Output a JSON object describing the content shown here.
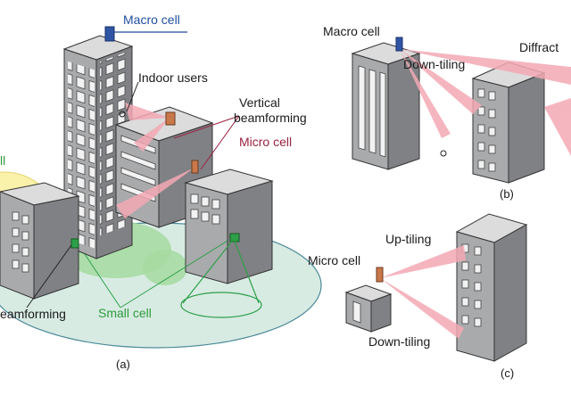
{
  "panel_a": {
    "macro_cell": "Macro cell",
    "indoor_users": "Indoor users",
    "vertical_bf_1": "Vertical",
    "vertical_bf_2": "beamforming",
    "micro_cell": "Micro cell",
    "cell_partial": "ll",
    "beamforming_partial": "eamforming",
    "small_cell": "Small cell",
    "panel_label": "(a)"
  },
  "panel_b": {
    "macro_cell": "Macro cell",
    "down_tilting": "Down-tiling",
    "diffraction_partial": "Diffract",
    "panel_label": "(b)"
  },
  "panel_c": {
    "up_tilting": "Up-tiling",
    "micro_cell": "Micro cell",
    "down_tilting": "Down-tiling",
    "panel_label": "(c)"
  },
  "colors": {
    "building_front": "#a9aaac",
    "building_side": "#808184",
    "building_top": "#dcdcdd",
    "window": "#f2f2f2",
    "beam": "#f4a9b5",
    "ground": "#d7ebe3",
    "small_cell_cover": "#a6dba0",
    "macro_cover": "#faf1a6",
    "macro_antenna": "#2f55a4",
    "micro_antenna": "#c9784a",
    "small_antenna": "#2e9f49"
  }
}
